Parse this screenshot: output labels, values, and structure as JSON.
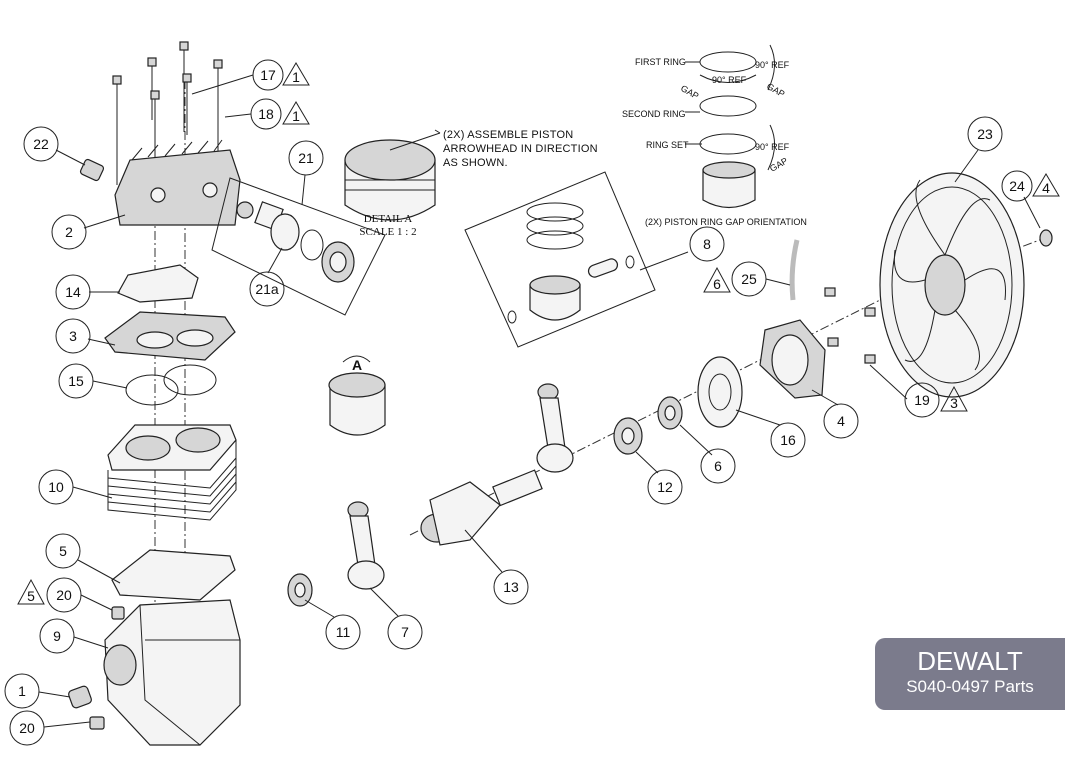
{
  "badge": {
    "brand": "DEWALT",
    "model": "S040-0497 Parts"
  },
  "callouts": {
    "c1": "1",
    "c2": "2",
    "c3": "3",
    "c4": "4",
    "c5": "5",
    "c6": "6",
    "c7": "7",
    "c8": "8",
    "c9": "9",
    "c10": "10",
    "c11": "11",
    "c12": "12",
    "c13": "13",
    "c14": "14",
    "c15": "15",
    "c16": "16",
    "c17": "17",
    "c18": "18",
    "c19": "19",
    "c20a": "20",
    "c20b": "20",
    "c21": "21",
    "c21a": "21a",
    "c22": "22",
    "c23": "23",
    "c24": "24",
    "c25": "25"
  },
  "flags": {
    "f17": "1",
    "f18": "1",
    "f24": "4",
    "f6": "6",
    "f19": "3",
    "f5": "5"
  },
  "notes": {
    "assemble_1": "(2X) ASSEMBLE PISTON",
    "assemble_2": "ARROWHEAD IN DIRECTION",
    "assemble_3": "AS SHOWN.",
    "detail_title": "DETAIL A",
    "detail_scale": "SCALE 1 : 2",
    "detail_letter": "A",
    "first_ring": "FIRST RING",
    "second_ring": "SECOND RING",
    "ring_set": "RING SET",
    "ref90_a": "90° REF",
    "ref90_b": "90° REF",
    "ref90_c": "90° REF",
    "gap_a": "GAP",
    "gap_b": "GAP",
    "gap_c": "GAP",
    "gap_orientation": "(2X) PISTON RING GAP ORIENTATION"
  }
}
